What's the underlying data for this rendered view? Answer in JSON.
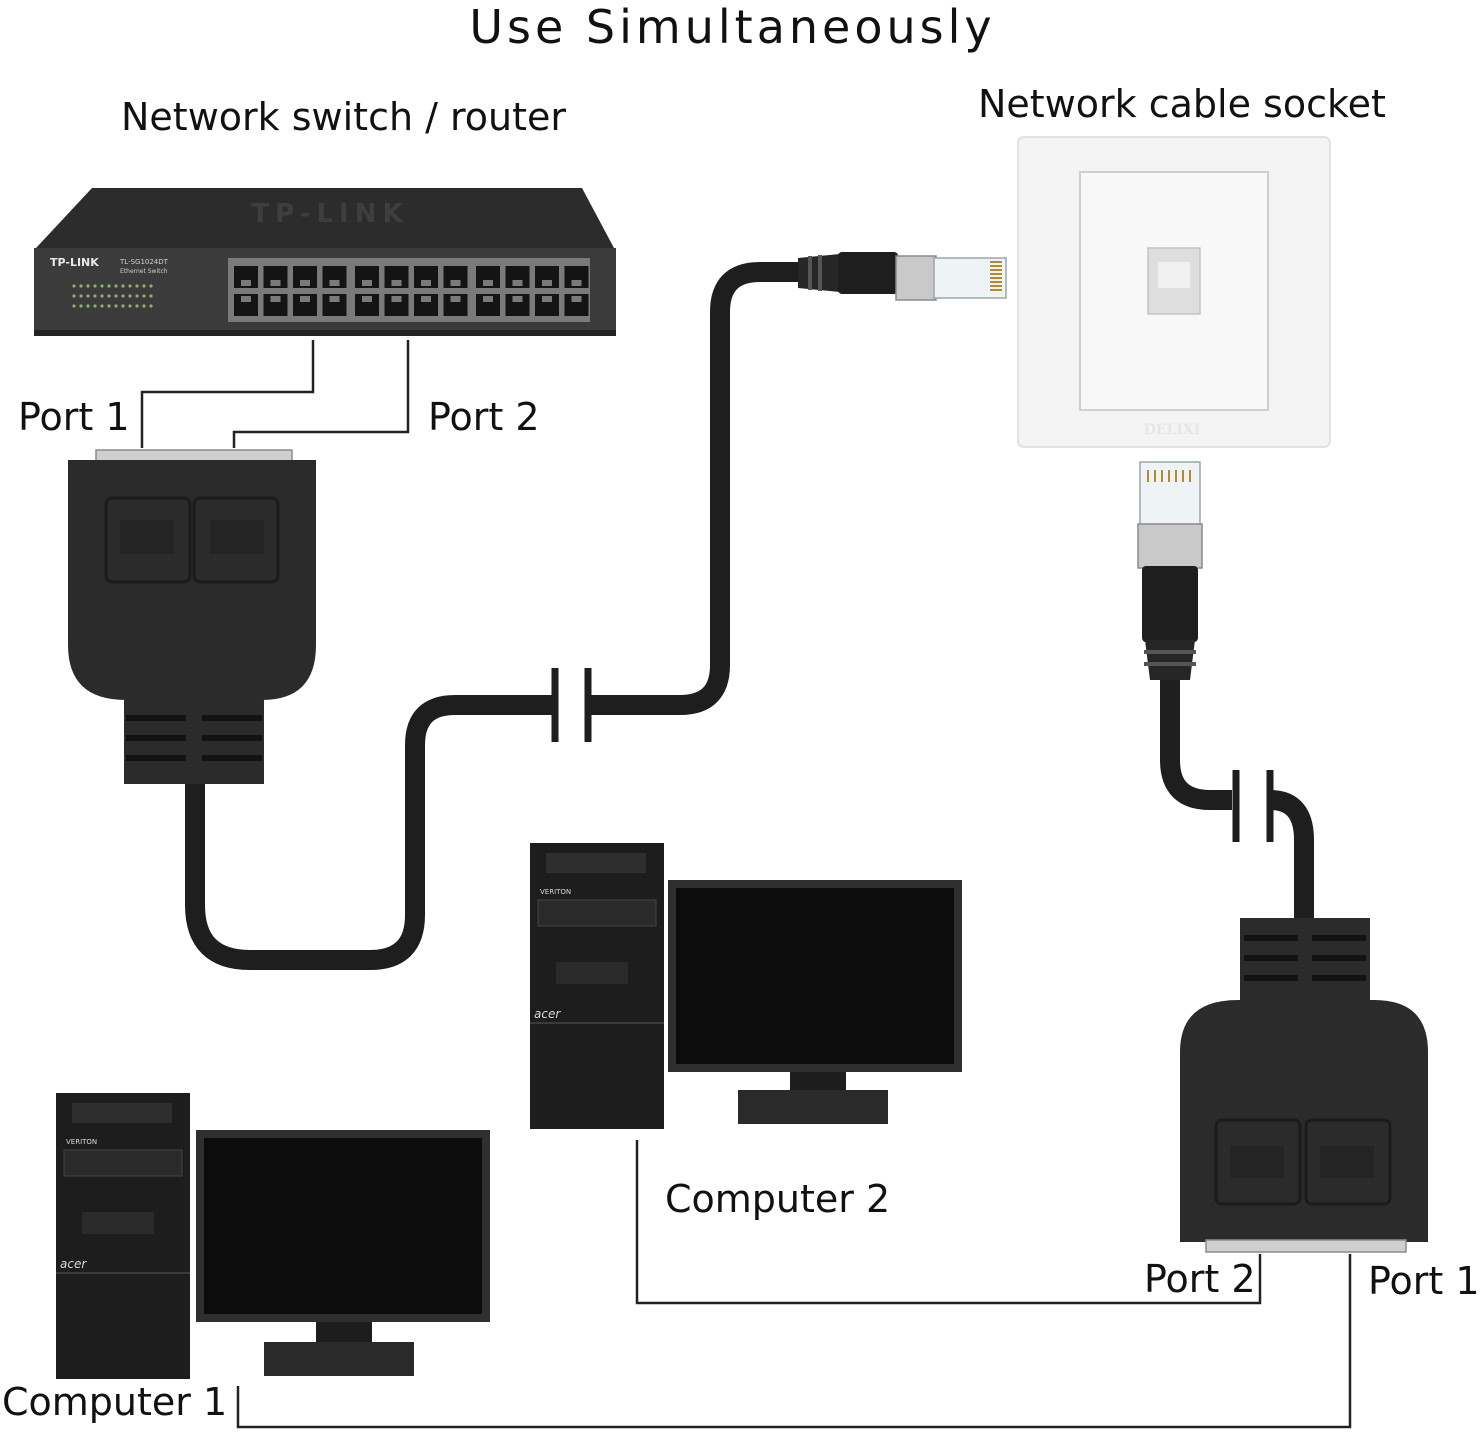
{
  "title": "Use Simultaneously",
  "labels": {
    "switch": "Network switch / router",
    "socket": "Network cable socket",
    "left_port1": "Port 1",
    "left_port2": "Port 2",
    "computer2": "Computer 2",
    "computer1": "Computer 1",
    "right_port2": "Port 2",
    "right_port1": "Port 1"
  },
  "devices": {
    "switch_brand": "TP-LINK",
    "switch_model": "TL-SG1024DT",
    "switch_type": "Ethernet Switch",
    "socket_brand": "DELIXI",
    "pc_brand": "acer",
    "pc_series": "VERITON"
  },
  "colors": {
    "adapter": "#2b2b2b",
    "cable": "#1e1e1e",
    "switch_body": "#3a3a3a",
    "socket_plate": "#f4f4f4",
    "line": "#222222"
  }
}
